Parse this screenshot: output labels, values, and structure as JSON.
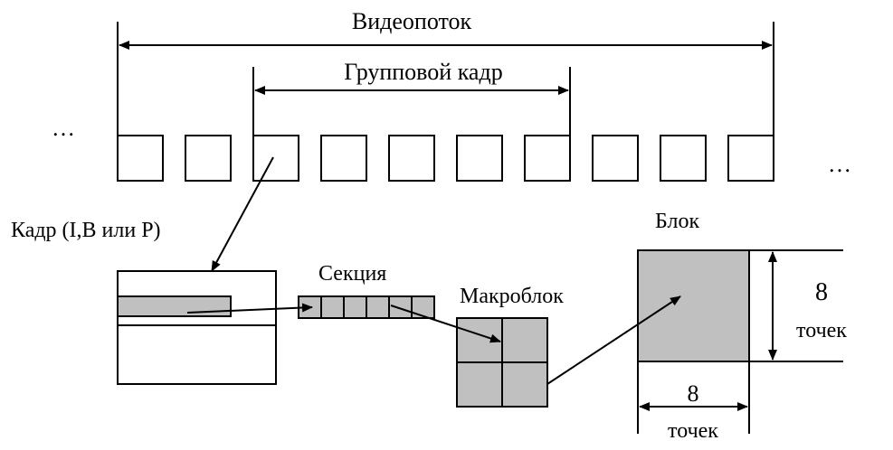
{
  "labels": {
    "videostream": "Видеопоток",
    "gop": "Групповой кадр",
    "frame": "Кадр (I,B или P)",
    "section": "Секция",
    "macroblock": "Макроблок",
    "block": "Блок",
    "size_v_num": "8",
    "size_v_unit": "точек",
    "size_h_num": "8",
    "size_h_unit": "точек",
    "ellipsis_left": "…",
    "ellipsis_right": "…"
  },
  "colors": {
    "stroke": "#000000",
    "fill_gray": "#c0c0c0",
    "background": "#ffffff"
  },
  "frame_count": 10,
  "section_cells": 6
}
